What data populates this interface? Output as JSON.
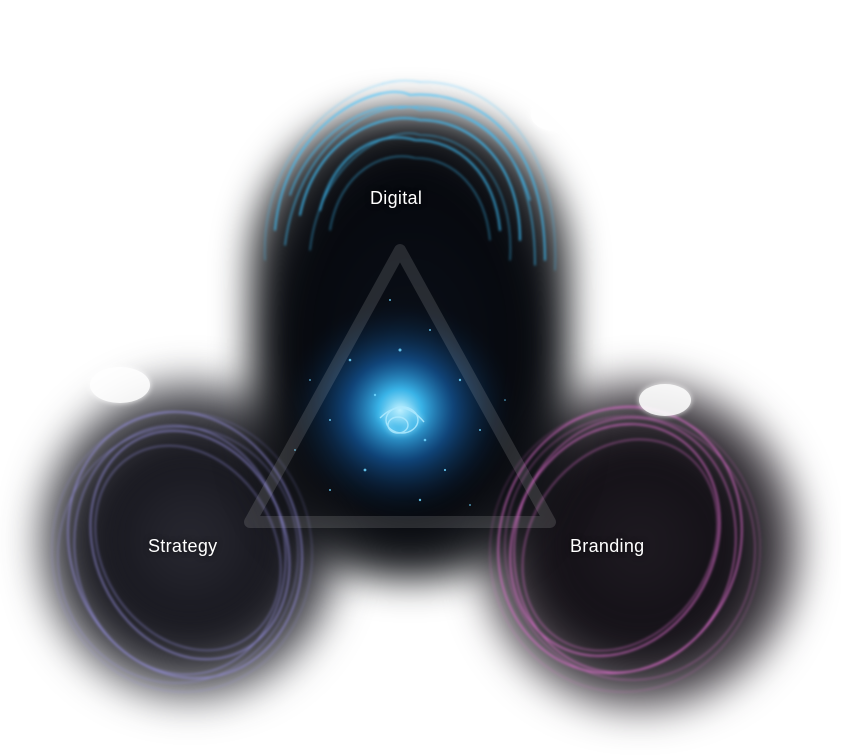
{
  "labels": {
    "top": "Digital",
    "left": "Strategy",
    "right": "Branding"
  },
  "colors": {
    "digital": "#3fc3ff",
    "strategy": "#9a94e8",
    "branding": "#e06fd0",
    "core": "#1e8fe8",
    "triangle": "#ffffff"
  }
}
